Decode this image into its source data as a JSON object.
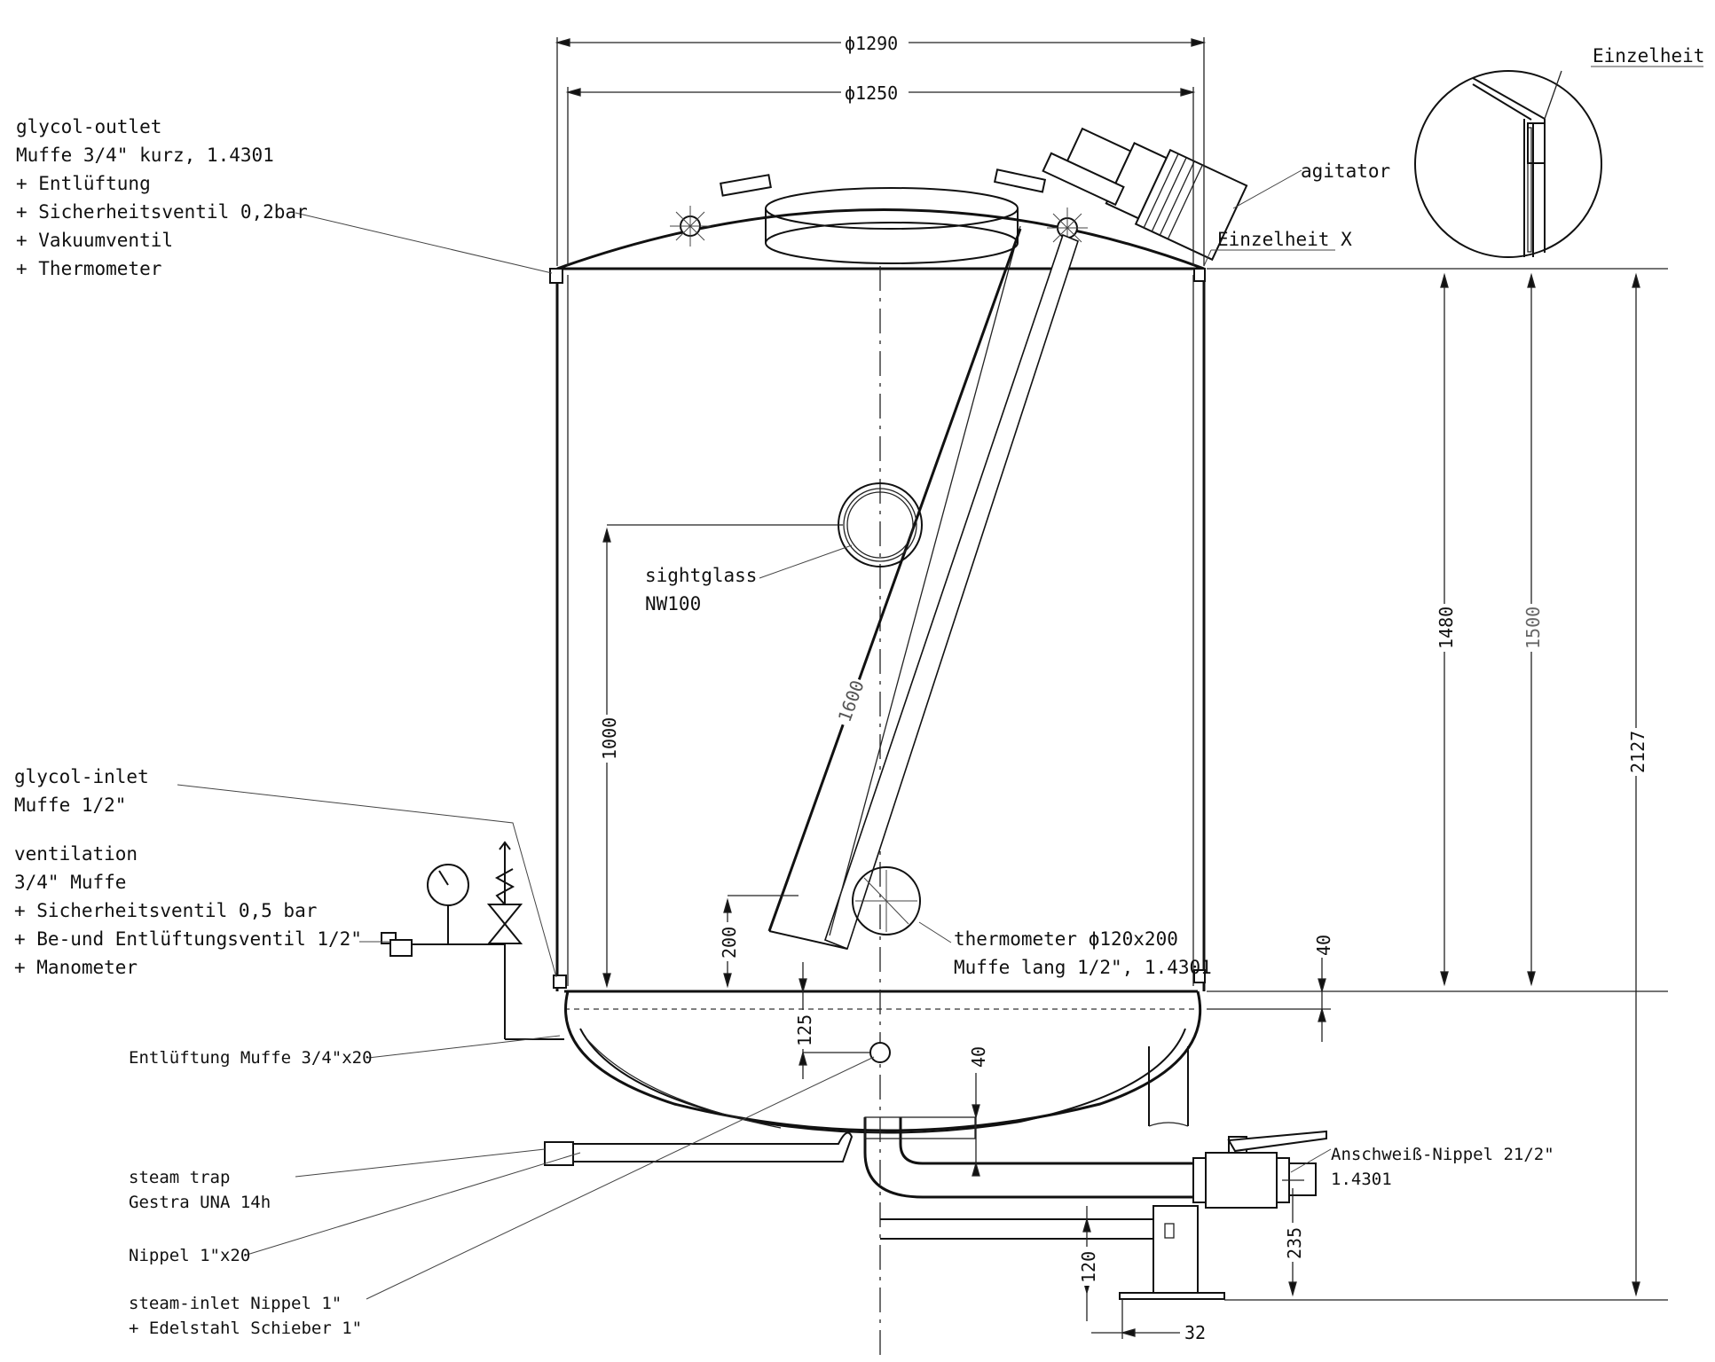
{
  "labels": {
    "glycol_outlet": [
      "glycol-outlet",
      "Muffe 3/4\" kurz, 1.4301",
      "+ Entlüftung",
      "+ Sicherheitsventil 0,2bar",
      "+ Vakuumventil",
      "+ Thermometer"
    ],
    "glycol_inlet": [
      "glycol-inlet",
      "Muffe 1/2\""
    ],
    "ventilation": [
      "ventilation",
      "3/4\" Muffe",
      "+ Sicherheitsventil 0,5 bar",
      "+ Be-und Entlüftungsventil 1/2\"",
      "+ Manometer"
    ],
    "entlueftung": "Entlüftung Muffe 3/4\"x20",
    "steam_trap": [
      "steam trap",
      "Gestra UNA 14h"
    ],
    "nippel": "Nippel 1\"x20",
    "steam_inlet": [
      "steam-inlet Nippel 1\"",
      "+ Edelstahl Schieber 1\""
    ],
    "sightglass": [
      "sightglass",
      "NW100"
    ],
    "thermometer": [
      "thermometer ϕ120x200",
      "Muffe lang 1/2\", 1.4301"
    ],
    "agitator": "agitator",
    "einzelheit_main": "Einzelheit X",
    "einzelheit_detail": "Einzelheit X",
    "anschweiss": [
      "Anschweiß-Nippel 21/2\"",
      "1.4301"
    ]
  },
  "dimensions": {
    "d1290": "ϕ1290",
    "d1250": "ϕ1250",
    "h1480": "1480",
    "h1500": "1500",
    "h2127": "2127",
    "h1000": "1000",
    "h200": "200",
    "h125": "125",
    "h40_right": "40",
    "h40_bottom": "40",
    "h235": "235",
    "h120": "120",
    "w32": "32",
    "l1600": "1600"
  }
}
